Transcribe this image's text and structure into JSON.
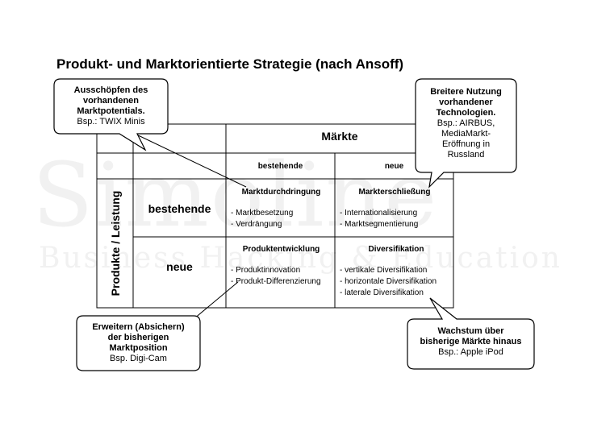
{
  "title": "Produkt- und Marktorientierte  Strategie (nach Ansoff)",
  "watermark": {
    "line1": "Simoline",
    "line2": "Business Hacking & Education"
  },
  "matrix": {
    "markets_header": "Märkte",
    "col_existing": "bestehende",
    "col_new": "neue",
    "products_header": "Produkte / Leistung",
    "row_existing": "bestehende",
    "row_new": "neue",
    "cells": {
      "penetration": {
        "title": "Marktdurchdringung",
        "items": [
          "- Marktbesetzung",
          "- Verdrängung"
        ]
      },
      "development": {
        "title": "Markterschließung",
        "items": [
          "- Internationalisierung",
          "- Marktsegmentierung"
        ]
      },
      "product_dev": {
        "title": "Produktentwicklung",
        "items": [
          "- Produktinnovation",
          "- Produkt-Differenzierung"
        ]
      },
      "diversification": {
        "title": "Diversifikation",
        "items": [
          "- vertikale Diversifikation",
          "- horizontale Diversifikation",
          "- laterale Diversifikation"
        ]
      }
    }
  },
  "callouts": {
    "top_left": {
      "bold": [
        "Ausschöpfen des",
        "vorhandenen",
        "Marktpotentials."
      ],
      "normal": [
        "Bsp.: TWIX Minis"
      ]
    },
    "top_right": {
      "bold": [
        "Breitere Nutzung",
        "vorhandener",
        "Technologien."
      ],
      "normal": [
        "Bsp.: AIRBUS,",
        "MediaMarkt-",
        "Eröffnung in",
        "Russland"
      ]
    },
    "bottom_left": {
      "bold": [
        "Erweitern (Absichern)",
        "der bisherigen",
        "Marktposition"
      ],
      "normal": [
        "Bsp. Digi-Cam"
      ]
    },
    "bottom_right": {
      "bold": [
        "Wachstum über",
        "bisherige Märkte hinaus"
      ],
      "normal": [
        "Bsp.: Apple iPod"
      ]
    }
  }
}
